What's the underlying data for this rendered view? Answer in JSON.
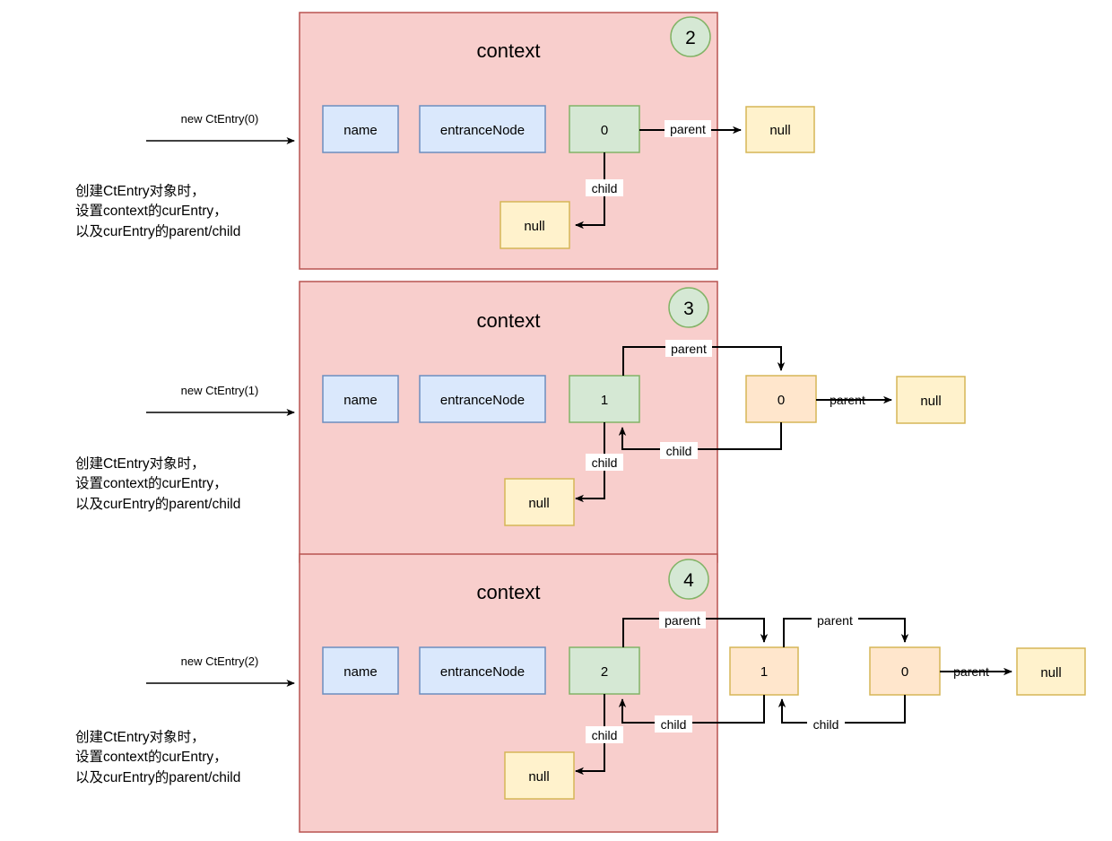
{
  "diagram": {
    "title_text": "context",
    "edge_labels": {
      "parent": "parent",
      "child": "child"
    },
    "null_label": "null",
    "fields": {
      "name": "name",
      "entrance_node": "entranceNode"
    },
    "colors": {
      "panel_fill": "#f8cecc",
      "panel_stroke": "#b85450",
      "field_fill": "#dae8fc",
      "field_stroke": "#6c8ebf",
      "current_fill": "#d5e8d4",
      "current_stroke": "#82b366",
      "entry_fill": "#ffe6cc",
      "null_fill": "#fff2cc",
      "entry_stroke": "#d6b656",
      "line": "#000000"
    },
    "panels": [
      {
        "badge": "2",
        "title": "context",
        "call_label": "new CtEntry(0)",
        "note": "创建CtEntry对象时，\n设置context的curEntry，\n以及curEntry的parent/child",
        "cur_entry": "0",
        "inside_null": "null",
        "outside_entries": [],
        "outside_null": "null"
      },
      {
        "badge": "3",
        "title": "context",
        "call_label": "new CtEntry(1)",
        "note": "创建CtEntry对象时，\n设置context的curEntry，\n以及curEntry的parent/child",
        "cur_entry": "1",
        "inside_null": "null",
        "outside_entries": [
          "0"
        ],
        "outside_null": "null"
      },
      {
        "badge": "4",
        "title": "context",
        "call_label": "new CtEntry(2)",
        "note": "创建CtEntry对象时，\n设置context的curEntry，\n以及curEntry的parent/child",
        "cur_entry": "2",
        "inside_null": "null",
        "outside_entries": [
          "1",
          "0"
        ],
        "outside_null": "null"
      }
    ]
  }
}
